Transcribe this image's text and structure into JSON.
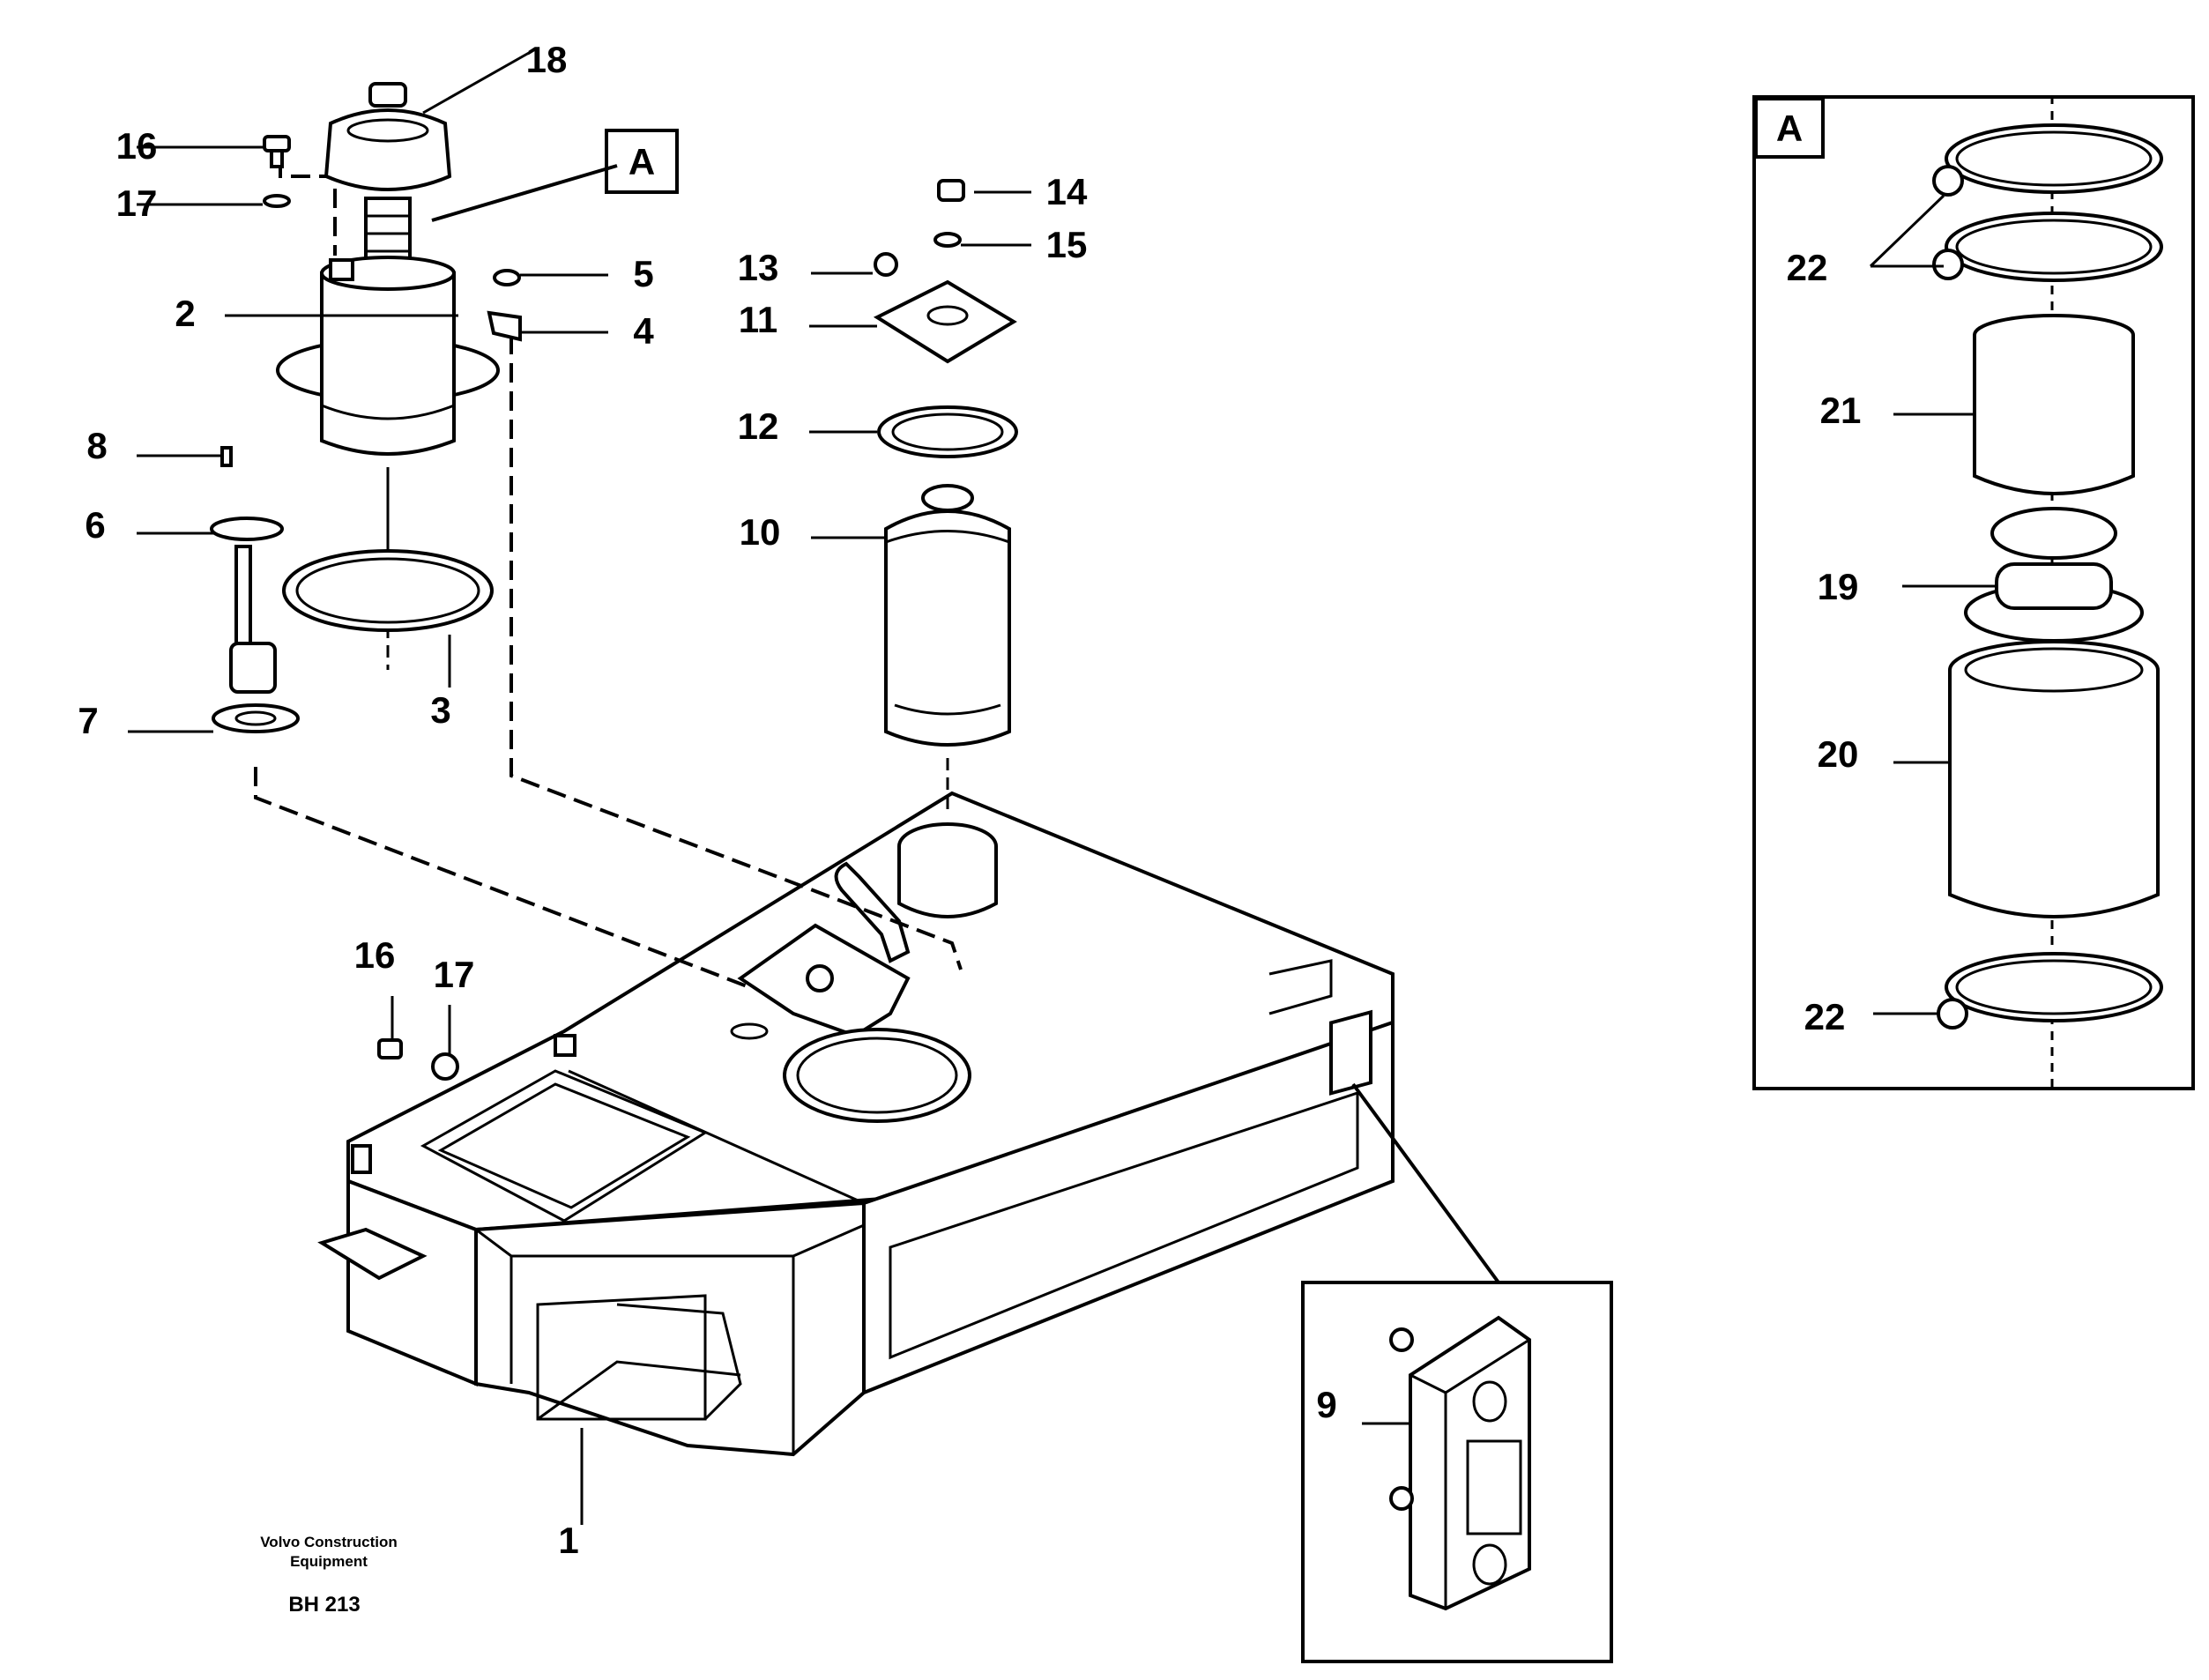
{
  "callouts": {
    "c1": "1",
    "c2": "2",
    "c3": "3",
    "c4": "4",
    "c5": "5",
    "c6": "6",
    "c7": "7",
    "c8": "8",
    "c9": "9",
    "c10": "10",
    "c11": "11",
    "c12": "12",
    "c13": "13",
    "c14": "14",
    "c15": "15",
    "c16a": "16",
    "c17a": "17",
    "c16b": "16",
    "c17b": "17",
    "c18": "18",
    "c19": "19",
    "c20": "20",
    "c21": "21",
    "c22a": "22",
    "c22b": "22"
  },
  "detail_ref": "A",
  "inset_ref": "A",
  "caption": {
    "line1": "Volvo Construction",
    "line2": "Equipment",
    "code": "BH 213"
  }
}
